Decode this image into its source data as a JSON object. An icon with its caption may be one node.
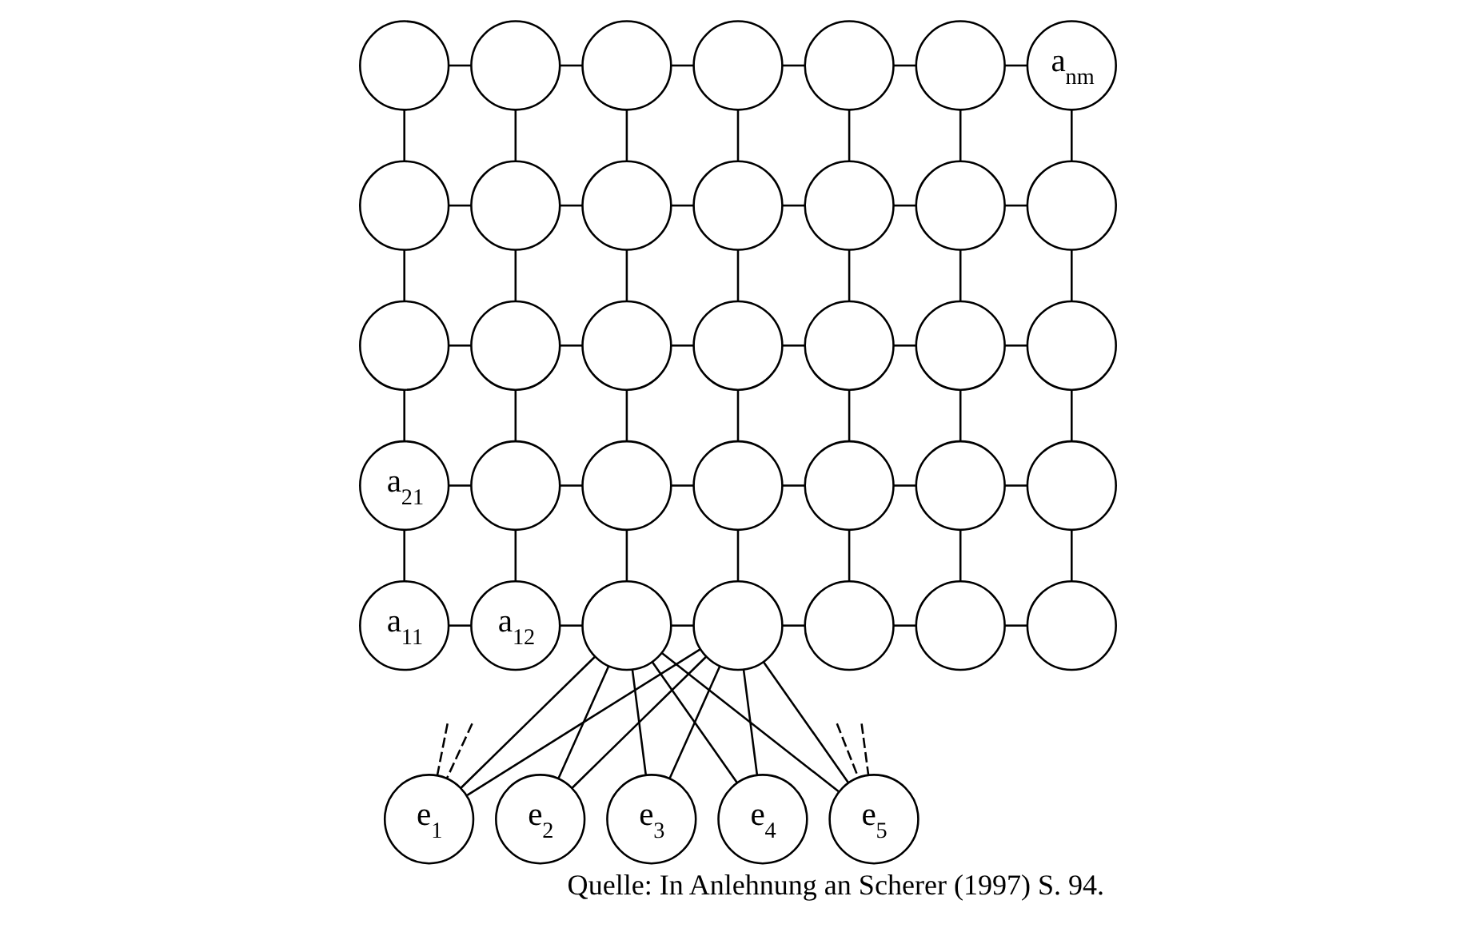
{
  "diagram": {
    "caption": "Quelle: In Anlehnung an Scherer (1997) S. 94.",
    "nodes": [
      {
        "text": [],
        "shape": "circle"
      },
      {
        "text": [],
        "shape": "circle"
      },
      {
        "text": [],
        "shape": "circle"
      },
      {
        "text": [],
        "shape": "circle"
      },
      {
        "text": [],
        "shape": "circle"
      },
      {
        "text": [],
        "shape": "circle"
      },
      {
        "text": [
          "a$_{nm}$"
        ]
      },
      {
        "text": [],
        "shape": "circle"
      },
      {
        "text": [],
        "shape": "circle"
      },
      {
        "text": [],
        "shape": "circle"
      },
      {
        "text": [],
        "shape": "circle"
      },
      {
        "text": [],
        "shape": "circle"
      },
      {
        "text": [],
        "shape": "circle"
      },
      {
        "text": [],
        "shape": "circle"
      },
      {
        "text": [],
        "shape": "circle"
      },
      {
        "text": [],
        "shape": "circle"
      },
      {
        "text": [],
        "shape": "circle"
      },
      {
        "text": [],
        "shape": "circle"
      },
      {
        "text": [],
        "shape": "circle"
      },
      {
        "text": [],
        "shape": "circle"
      },
      {
        "text": [],
        "shape": "circle"
      },
      {
        "text": [
          "a$_{21}$"
        ]
      },
      {
        "text": [],
        "shape": "circle"
      },
      {
        "text": [],
        "shape": "circle"
      },
      {
        "text": [],
        "shape": "circle"
      },
      {
        "text": [],
        "shape": "circle"
      },
      {
        "text": [],
        "shape": "circle"
      },
      {
        "text": [],
        "shape": "circle"
      },
      {
        "text": [
          "a$_{11}$"
        ]
      },
      {
        "text": [
          "a$_{12}$"
        ]
      },
      {
        "text": [],
        "shape": "circle"
      },
      {
        "text": [],
        "shape": "circle"
      },
      {
        "text": [],
        "shape": "circle"
      },
      {
        "text": [],
        "shape": "circle"
      },
      {
        "text": [],
        "shape": "circle"
      },
      {
        "text": [
          "e$_{1}$"
        ]
      },
      {
        "text": [
          "e$_{2}$"
        ]
      },
      {
        "text": [
          "e$_{3}$"
        ]
      },
      {
        "text": [
          "e$_{4}$"
        ]
      },
      {
        "text": [
          "e$_{5}$"
        ]
      }
    ],
    "edges": [
      {
        "from": 0,
        "to": 1,
        "arrow": "none"
      },
      {
        "from": 1,
        "to": 2,
        "arrow": "none"
      },
      {
        "from": 2,
        "to": 3,
        "arrow": "none"
      },
      {
        "from": 3,
        "to": 4,
        "arrow": "none"
      },
      {
        "from": 4,
        "to": 5,
        "arrow": "none"
      },
      {
        "from": 5,
        "to": 6,
        "arrow": "none"
      },
      {
        "from": 7,
        "to": 8,
        "arrow": "none"
      },
      {
        "from": 8,
        "to": 9,
        "arrow": "none"
      },
      {
        "from": 9,
        "to": 10,
        "arrow": "none"
      },
      {
        "from": 10,
        "to": 11,
        "arrow": "none"
      },
      {
        "from": 11,
        "to": 12,
        "arrow": "none"
      },
      {
        "from": 12,
        "to": 13,
        "arrow": "none"
      },
      {
        "from": 14,
        "to": 15,
        "arrow": "none"
      },
      {
        "from": 15,
        "to": 16,
        "arrow": "none"
      },
      {
        "from": 16,
        "to": 17,
        "arrow": "none"
      },
      {
        "from": 17,
        "to": 18,
        "arrow": "none"
      },
      {
        "from": 18,
        "to": 19,
        "arrow": "none"
      },
      {
        "from": 19,
        "to": 20,
        "arrow": "none"
      },
      {
        "from": 21,
        "to": 22,
        "arrow": "none"
      },
      {
        "from": 22,
        "to": 23,
        "arrow": "none"
      },
      {
        "from": 23,
        "to": 24,
        "arrow": "none"
      },
      {
        "from": 24,
        "to": 25,
        "arrow": "none"
      },
      {
        "from": 25,
        "to": 26,
        "arrow": "none"
      },
      {
        "from": 26,
        "to": 27,
        "arrow": "none"
      },
      {
        "from": 28,
        "to": 29,
        "arrow": "none"
      },
      {
        "from": 29,
        "to": 30,
        "arrow": "none"
      },
      {
        "from": 30,
        "to": 31,
        "arrow": "none"
      },
      {
        "from": 31,
        "to": 32,
        "arrow": "none"
      },
      {
        "from": 32,
        "to": 33,
        "arrow": "none"
      },
      {
        "from": 33,
        "to": 34,
        "arrow": "none"
      },
      {
        "from": 0,
        "to": 7,
        "arrow": "none"
      },
      {
        "from": 1,
        "to": 8,
        "arrow": "none"
      },
      {
        "from": 2,
        "to": 9,
        "arrow": "none"
      },
      {
        "from": 3,
        "to": 10,
        "arrow": "none"
      },
      {
        "from": 4,
        "to": 11,
        "arrow": "none"
      },
      {
        "from": 5,
        "to": 12,
        "arrow": "none"
      },
      {
        "from": 6,
        "to": 13,
        "arrow": "none"
      },
      {
        "from": 7,
        "to": 14,
        "arrow": "none"
      },
      {
        "from": 8,
        "to": 15,
        "arrow": "none"
      },
      {
        "from": 9,
        "to": 16,
        "arrow": "none"
      },
      {
        "from": 10,
        "to": 17,
        "arrow": "none"
      },
      {
        "from": 11,
        "to": 18,
        "arrow": "none"
      },
      {
        "from": 12,
        "to": 19,
        "arrow": "none"
      },
      {
        "from": 13,
        "to": 20,
        "arrow": "none"
      },
      {
        "from": 14,
        "to": 21,
        "arrow": "none"
      },
      {
        "from": 15,
        "to": 22,
        "arrow": "none"
      },
      {
        "from": 16,
        "to": 23,
        "arrow": "none"
      },
      {
        "from": 17,
        "to": 24,
        "arrow": "none"
      },
      {
        "from": 18,
        "to": 25,
        "arrow": "none"
      },
      {
        "from": 19,
        "to": 26,
        "arrow": "none"
      },
      {
        "from": 20,
        "to": 27,
        "arrow": "none"
      },
      {
        "from": 21,
        "to": 28,
        "arrow": "none"
      },
      {
        "from": 22,
        "to": 29,
        "arrow": "none"
      },
      {
        "from": 23,
        "to": 30,
        "arrow": "none"
      },
      {
        "from": 24,
        "to": 31,
        "arrow": "none"
      },
      {
        "from": 25,
        "to": 32,
        "arrow": "none"
      },
      {
        "from": 26,
        "to": 33,
        "arrow": "none"
      },
      {
        "from": 27,
        "to": 34,
        "arrow": "none"
      },
      {
        "from": 30,
        "to": 35,
        "arrow": "none"
      },
      {
        "from": 30,
        "to": 36,
        "arrow": "none"
      },
      {
        "from": 30,
        "to": 37,
        "arrow": "none"
      },
      {
        "from": 30,
        "to": 38,
        "arrow": "none"
      },
      {
        "from": 30,
        "to": 39,
        "arrow": "none"
      },
      {
        "from": 31,
        "to": 35,
        "arrow": "none"
      },
      {
        "from": 31,
        "to": 36,
        "arrow": "none"
      },
      {
        "from": 31,
        "to": 37,
        "arrow": "none"
      },
      {
        "from": 31,
        "to": 38,
        "arrow": "none"
      },
      {
        "from": 31,
        "to": 39,
        "arrow": "none"
      },
      {
        "from": null,
        "to": 35,
        "arrow": "none",
        "style": "dashed"
      },
      {
        "from": null,
        "to": 35,
        "arrow": "none",
        "style": "dashed"
      },
      {
        "from": null,
        "to": 39,
        "arrow": "none",
        "style": "dashed"
      },
      {
        "from": null,
        "to": 39,
        "arrow": "none",
        "style": "dashed"
      }
    ]
  }
}
